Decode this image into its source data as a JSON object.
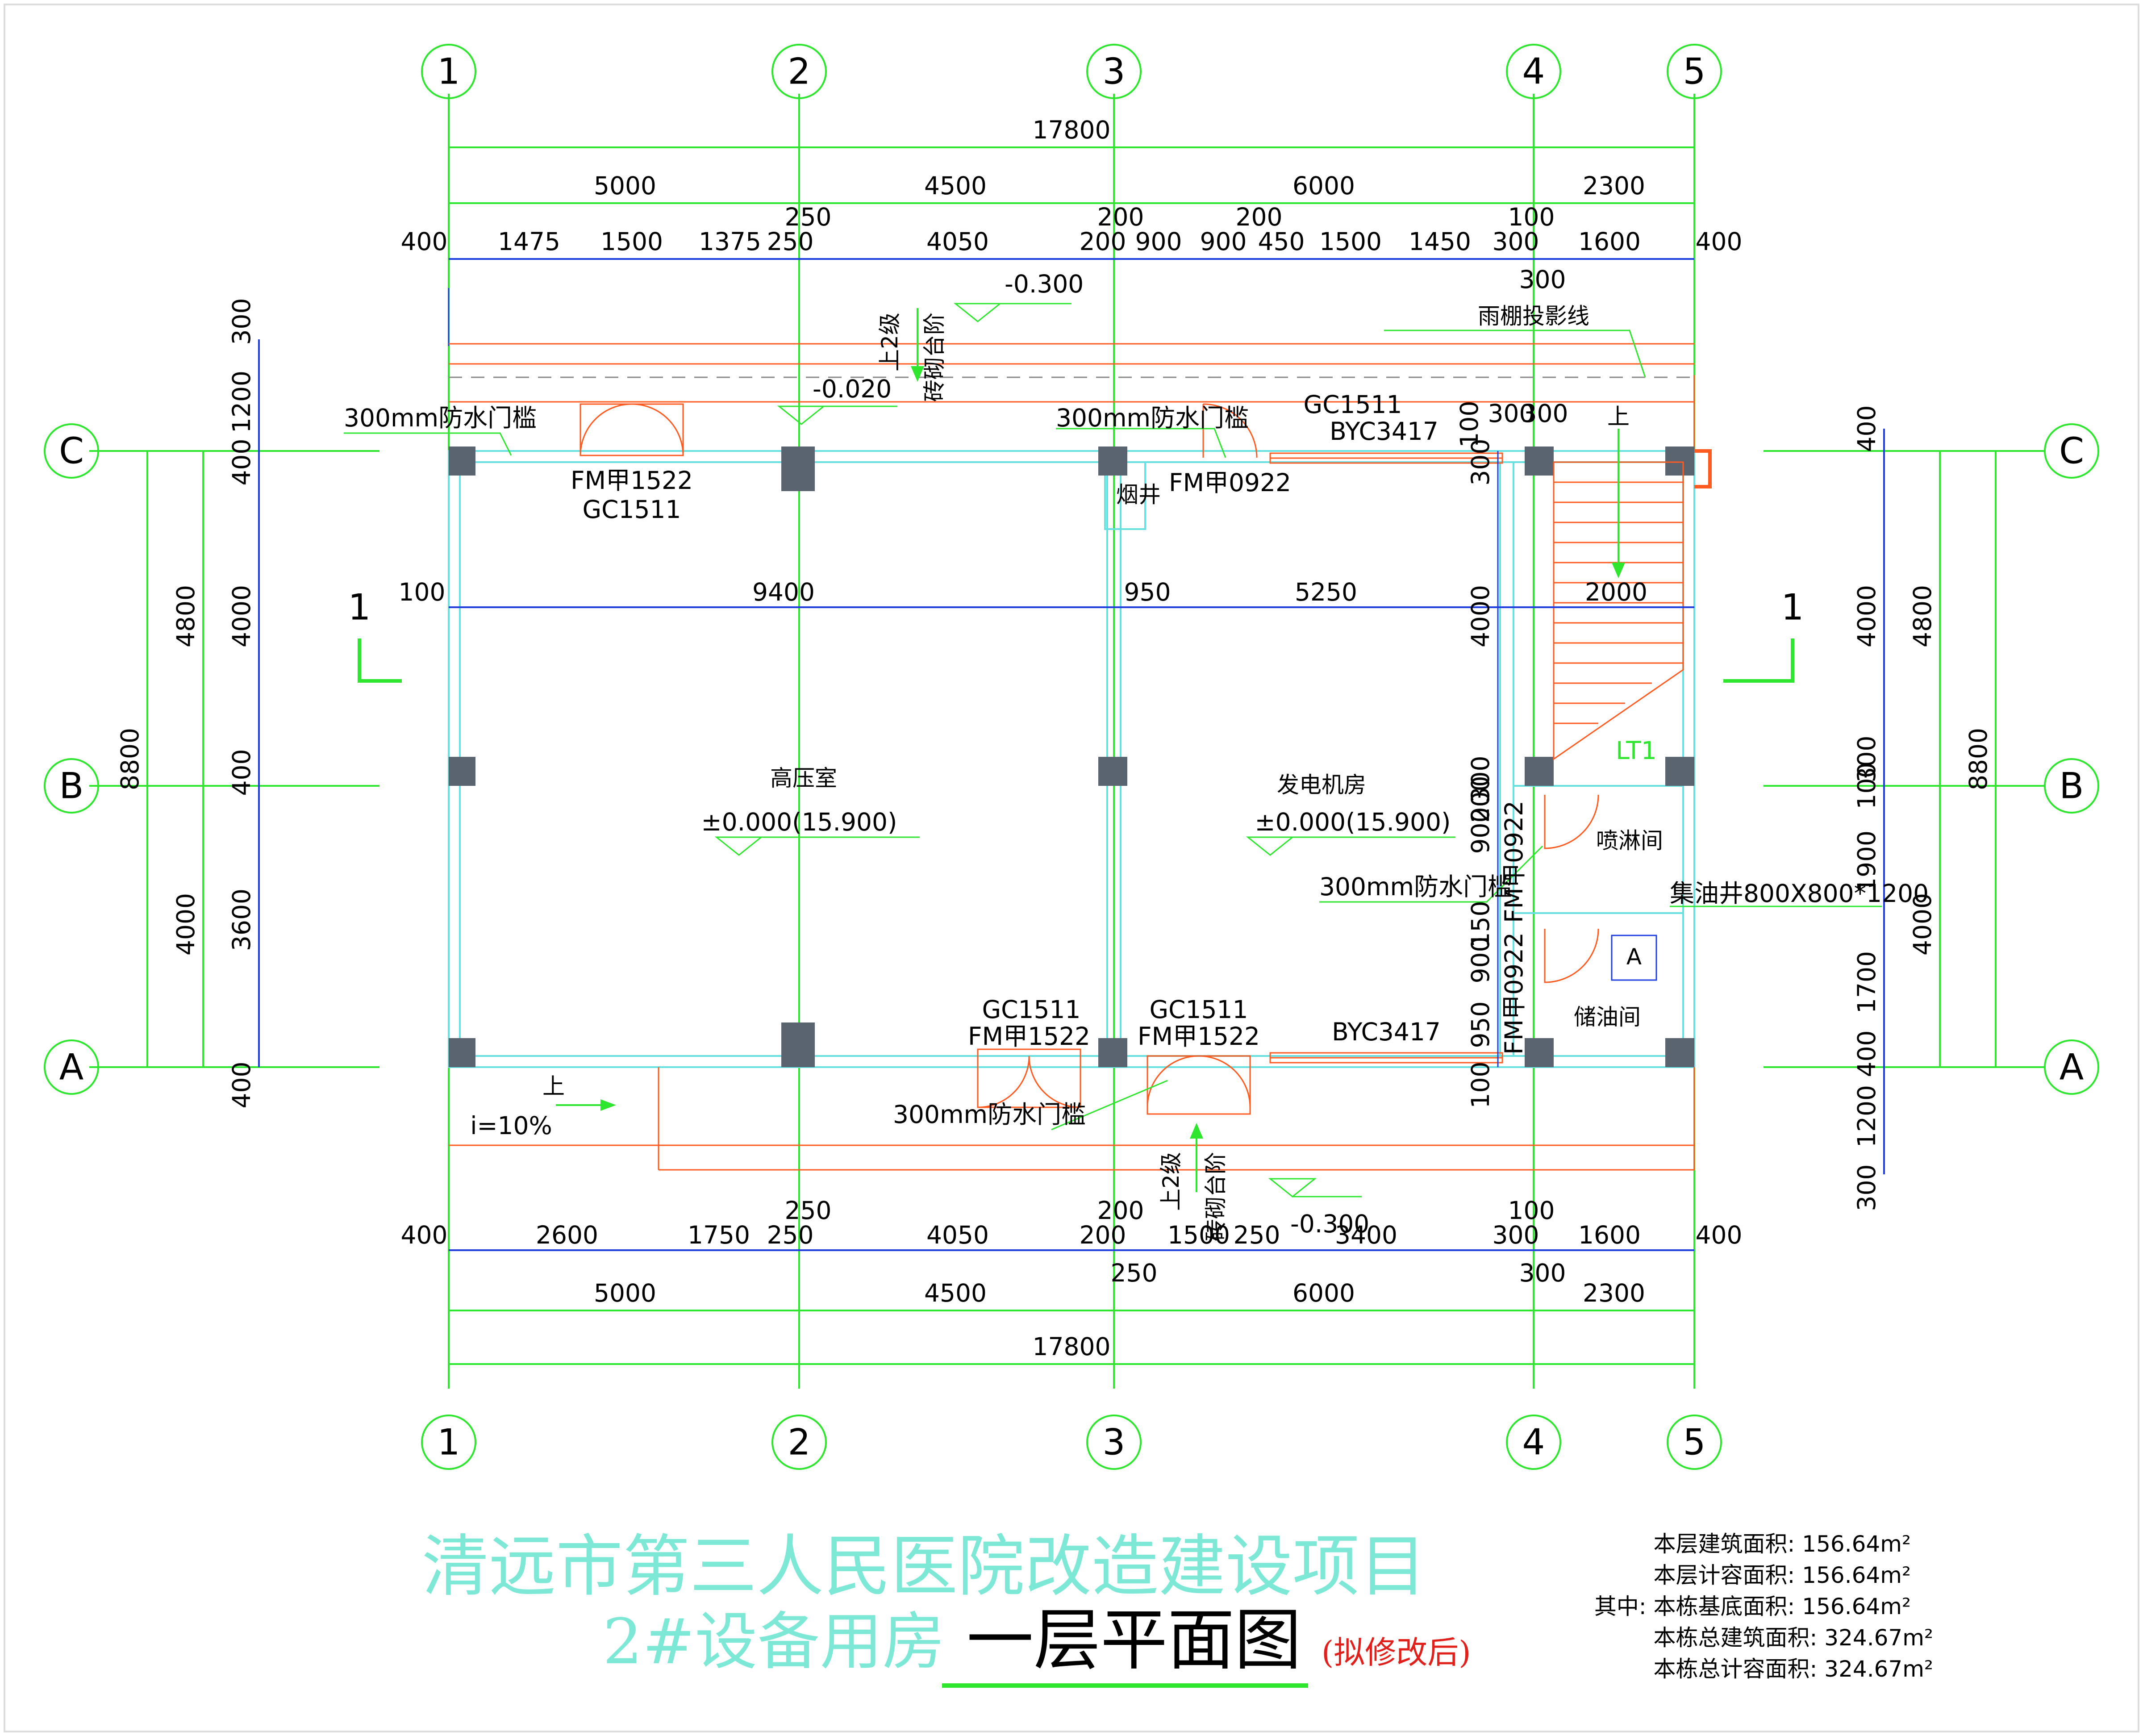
{
  "axes_top": [
    "1",
    "2",
    "3",
    "4",
    "5"
  ],
  "axes_side": [
    "C",
    "B",
    "A"
  ],
  "dims_top": {
    "total": "17800",
    "bays": [
      "5000",
      "4500",
      "6000",
      "2300"
    ],
    "small_a": [
      "250",
      "200",
      "200",
      "100"
    ],
    "row": [
      "400",
      "1475",
      "1500",
      "1375",
      "250",
      "4050",
      "200",
      "900",
      "900",
      "450",
      "1500",
      "1450",
      "300",
      "1600",
      "400"
    ],
    "below": "300"
  },
  "dims_bottom": {
    "total": "17800",
    "bays": [
      "5000",
      "4500",
      "6000",
      "2300"
    ],
    "small_a": [
      "250",
      "200",
      "100"
    ],
    "row": [
      "400",
      "2600",
      "1750",
      "250",
      "4050",
      "200",
      "1500",
      "250",
      "3400",
      "300",
      "1600",
      "400"
    ],
    "below": [
      "250",
      "300"
    ]
  },
  "dims_inner": [
    "100",
    "9400",
    "950",
    "5250",
    "2000"
  ],
  "dims_left": {
    "total": "8800",
    "mid": [
      "4800",
      "4000"
    ],
    "row": [
      "300",
      "1200",
      "400",
      "4000",
      "400",
      "3600",
      "400"
    ]
  },
  "dims_right": {
    "total": "8800",
    "mid": [
      "4800",
      "4000"
    ],
    "row": [
      "400",
      "4000",
      "300",
      "100",
      "1900",
      "1700",
      "400",
      "1200",
      "300"
    ]
  },
  "dims_stair": [
    "100",
    "300",
    "100",
    "300",
    "4000",
    "200",
    "900",
    "150",
    "900",
    "950",
    "100",
    "300"
  ],
  "labels": {
    "elev_top": "-0.300",
    "elev_bottom": "-0.300",
    "elev_entry": "-0.020",
    "canopy": "雨棚投影线",
    "step_top_1": "上2级",
    "step_top_2": "砖砌台阶",
    "step_bottom_1": "上2级",
    "step_bottom_2": "砖砌台阶",
    "threshold_1": "300mm防水门槛",
    "threshold_2": "300mm防水门槛",
    "threshold_3": "300mm防水门槛",
    "threshold_4": "300mm防水门槛",
    "door_fm1522_top": "FM甲1522",
    "win_gc1511_top": "GC1511",
    "win_gc1511_top2": "GC1511",
    "byc_top": "BYC3417",
    "door_fm0922_top": "FM甲0922",
    "smoke_shaft": "烟井",
    "up_stair": "上",
    "room_hv": "高压室",
    "room_hv_elev": "±0.000(15.900)",
    "room_gen": "发电机房",
    "room_gen_elev": "±0.000(15.900)",
    "room_shower": "喷淋间",
    "room_oil": "储油间",
    "door_fm0922_a": "FM甲0922",
    "door_fm0922_b": "FM甲0922",
    "oil_pit": "集油井800X800*1200",
    "lt1": "LT1",
    "pit_mark": "A",
    "win_gc1511_b1": "GC1511",
    "door_fm1522_b1": "FM甲1522",
    "win_gc1511_b2": "GC1511",
    "door_fm1522_b2": "FM甲1522",
    "byc_bottom": "BYC3417",
    "ramp_up": "上",
    "ramp_slope": "i=10%",
    "section_mark": "1"
  },
  "title": {
    "line1": "清远市第三人民医院改造建设项目",
    "line2a": "2#设备用房",
    "line2b": "一层平面图",
    "line2c": "(拟修改后)"
  },
  "stats": [
    "本层建筑面积: 156.64m²",
    "本层计容面积: 156.64m²",
    "其中: 本栋基底面积: 156.64m²",
    "本栋总建筑面积: 324.67m²",
    "本栋总计容面积: 324.67m²"
  ],
  "colors": {
    "green": "#2ee62e",
    "blue": "#1f3fe0",
    "cyan": "#66e0e0",
    "orange": "#ff5a1f",
    "column": "#5a6470",
    "title_cyan": "#7de8d6",
    "red": "#e0201a"
  }
}
